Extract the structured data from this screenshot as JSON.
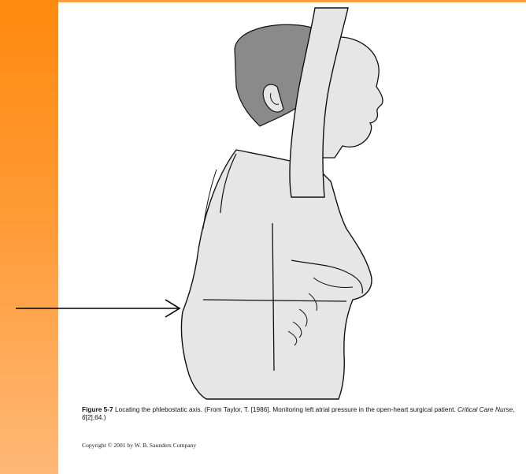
{
  "slide": {
    "accent_colors": {
      "band_top": "#fe8a0f",
      "band_bottom": "#ffb877",
      "rule": "#ff9f3b"
    }
  },
  "figure": {
    "description_icon": "human-torso-side-view-illustration",
    "caption": {
      "fig_label": "Figure 5-7",
      "text_part1": " Locating the phlebostatic axis. (From Taylor, T. [1986]. Monitoring left atrial pressure in the open-heart surgical patient. ",
      "journal": "Critical Care Nurse",
      "text_part2": ", ",
      "volume": "6",
      "text_part3": "[2],64.)"
    },
    "copyright": "Copyright © 2001 by W. B. Saunders Company"
  }
}
